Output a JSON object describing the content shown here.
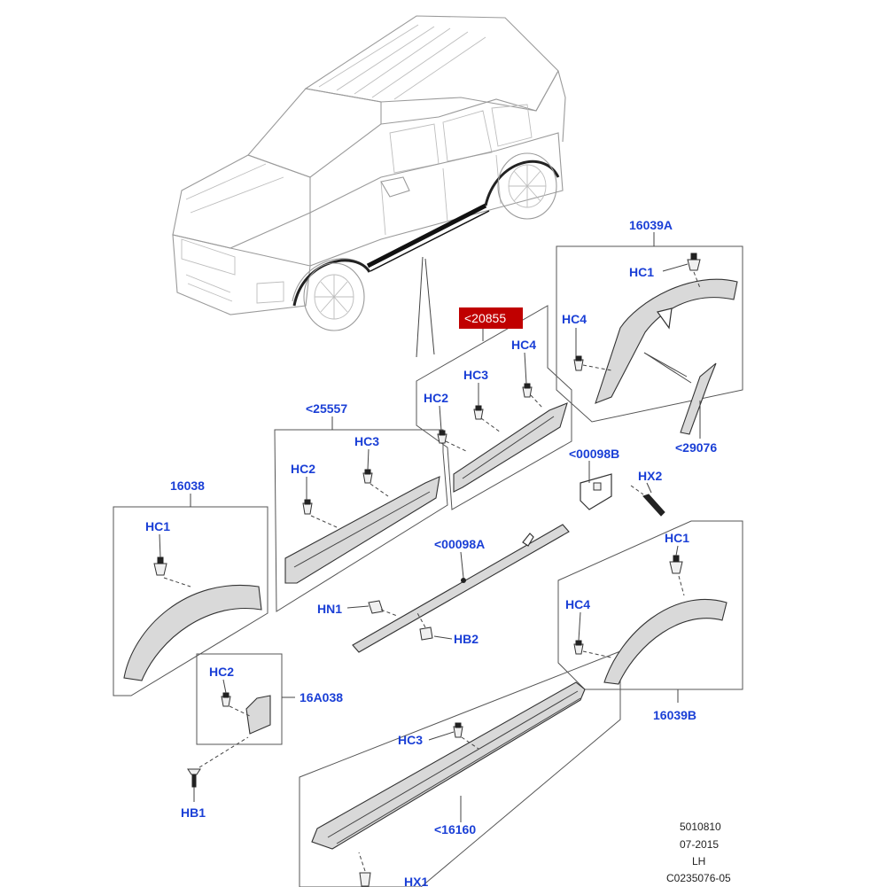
{
  "callouts": {
    "c16039A": "16039A",
    "hc1_top": "HC1",
    "hc4_top": "HC4",
    "c20855": "<20855",
    "hc4_mid": "HC4",
    "hc3_mid": "HC3",
    "hc2_mid": "HC2",
    "c29076": "<29076",
    "c25557": "<25557",
    "hc3_left": "HC3",
    "hc2_left": "HC2",
    "c00098B": "<00098B",
    "hx2": "HX2",
    "c16038": "16038",
    "hc1_left": "HC1",
    "c00098A": "<00098A",
    "hc1_right": "HC1",
    "hn1": "HN1",
    "hb2": "HB2",
    "hc4_right": "HC4",
    "hc2_bottom": "HC2",
    "c16A038": "16A038",
    "c16039B": "16039B",
    "hc3_bottom": "HC3",
    "hb1": "HB1",
    "c16160": "<16160",
    "hx1": "HX1"
  },
  "footer": {
    "line1": "5010810",
    "line2": "07-2015",
    "line3": "LH",
    "line4": "C0235076-05"
  },
  "colors": {
    "callout_text": "#1a3fd6",
    "highlight_box": "#c00000"
  }
}
